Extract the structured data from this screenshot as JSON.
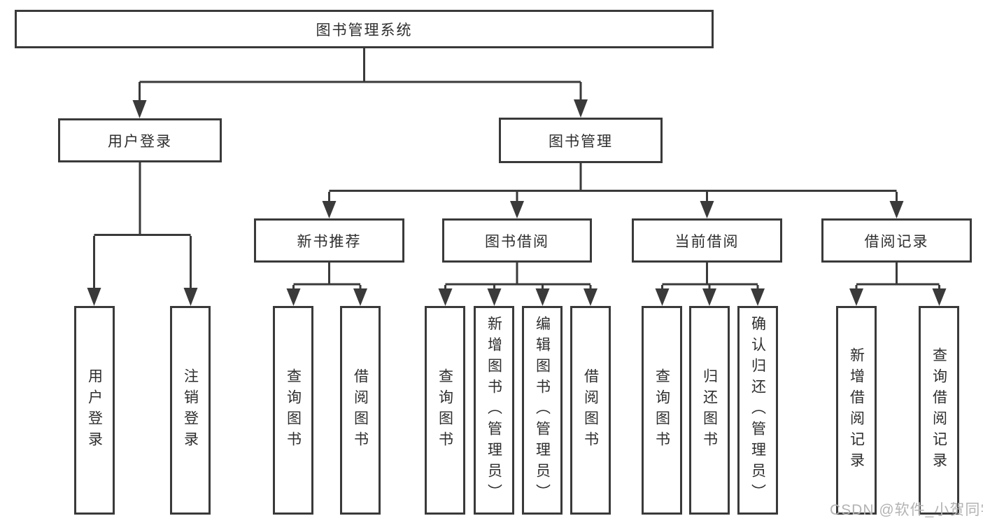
{
  "title": {
    "label": "图书管理系统"
  },
  "level2": [
    {
      "label": "用户登录"
    },
    {
      "label": "图书管理"
    }
  ],
  "level3": [
    {
      "label": "新书推荐"
    },
    {
      "label": "图书借阅"
    },
    {
      "label": "当前借阅"
    },
    {
      "label": "借阅记录"
    }
  ],
  "leaves": [
    {
      "label": "用户登录"
    },
    {
      "label": "注销登录"
    },
    {
      "label": "查询图书"
    },
    {
      "label": "借阅图书"
    },
    {
      "label": "查询图书"
    },
    {
      "label": "新增图书（管理员）"
    },
    {
      "label": "编辑图书（管理员）"
    },
    {
      "label": "借阅图书"
    },
    {
      "label": "查询图书"
    },
    {
      "label": "归还图书"
    },
    {
      "label": "确认归还（管理员）"
    },
    {
      "label": "新增借阅记录"
    },
    {
      "label": "查询借阅记录"
    }
  ],
  "watermark": {
    "label": "CSDN @软件_小贺同学"
  },
  "colors": {
    "line": "#3a3a3a",
    "text": "#2e2e2e",
    "background": "#ffffff",
    "watermark": "#b3b3b3"
  }
}
